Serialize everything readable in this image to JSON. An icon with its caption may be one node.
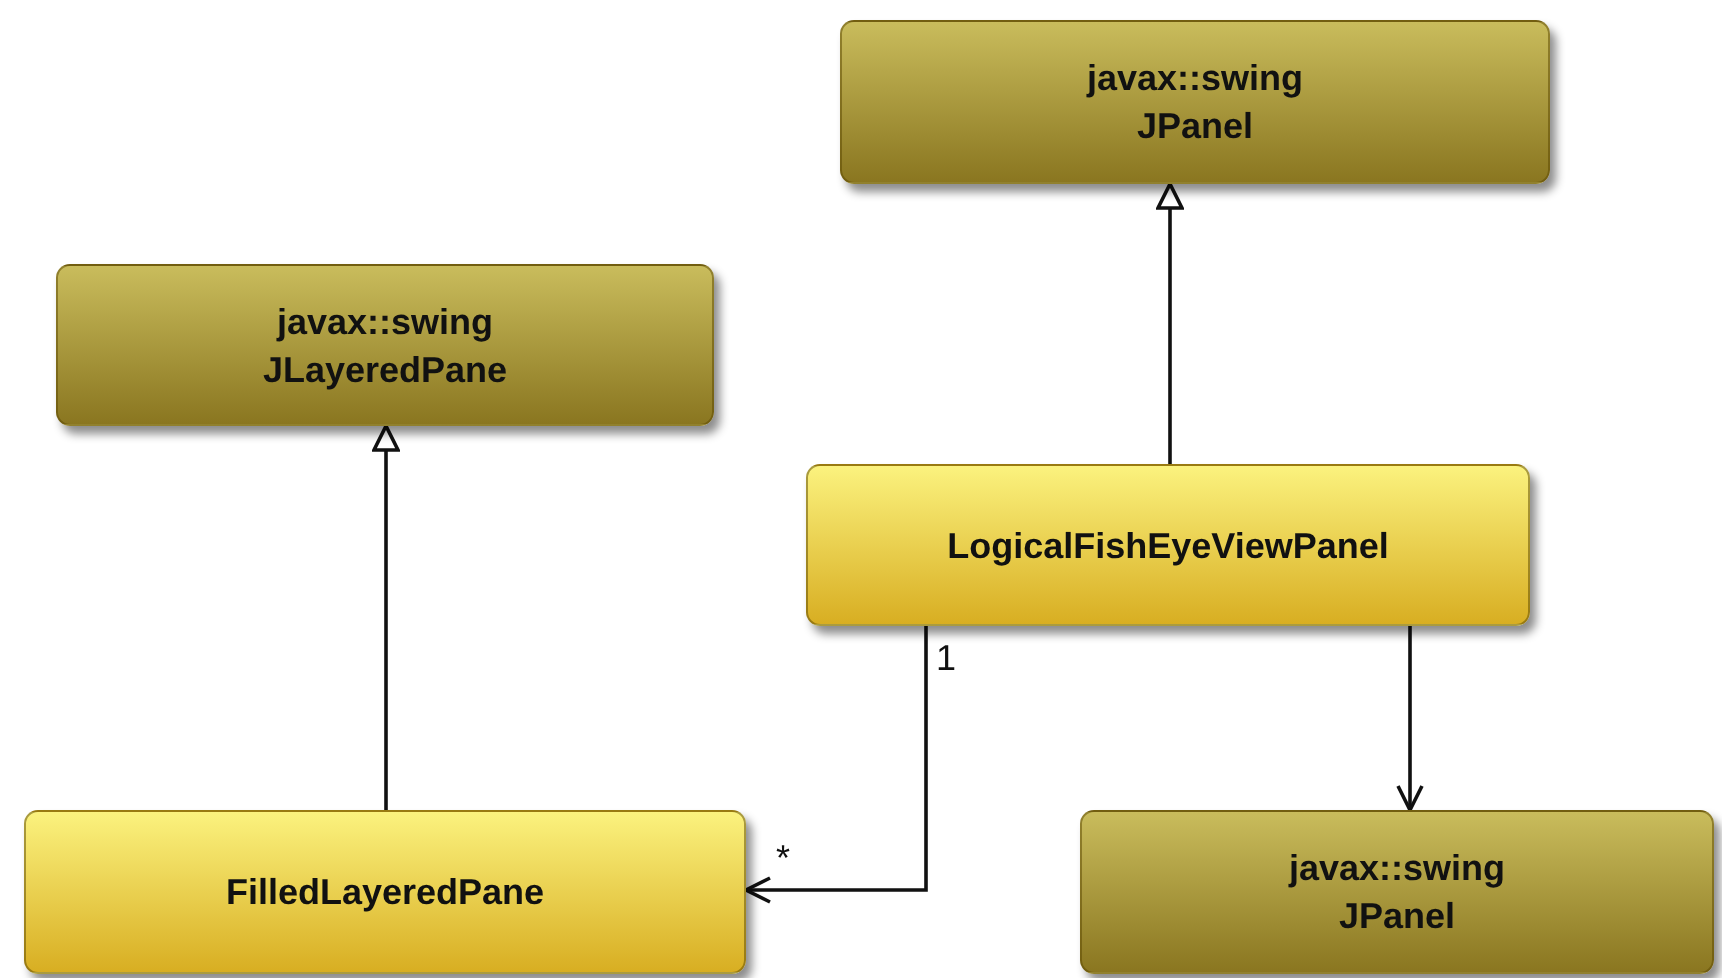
{
  "diagram": {
    "nodes": [
      {
        "text": [
          "javax::swing",
          "JPanel"
        ]
      },
      {
        "text": [
          "javax::swing",
          "JLayeredPane"
        ]
      },
      {
        "text": [
          "LogicalFishEyeViewPanel"
        ]
      },
      {
        "text": [
          "FilledLayeredPane"
        ]
      },
      {
        "text": [
          "javax::swing",
          "JPanel"
        ]
      }
    ],
    "edges": [
      {
        "from": 2,
        "to": 0,
        "arrow": "to"
      },
      {
        "from": 3,
        "to": 1,
        "arrow": "to"
      },
      {
        "from": 2,
        "to": 3,
        "arrow": "to"
      },
      {
        "from": 2,
        "to": 4,
        "arrow": "to"
      }
    ],
    "labels": [
      "1",
      "*"
    ]
  }
}
